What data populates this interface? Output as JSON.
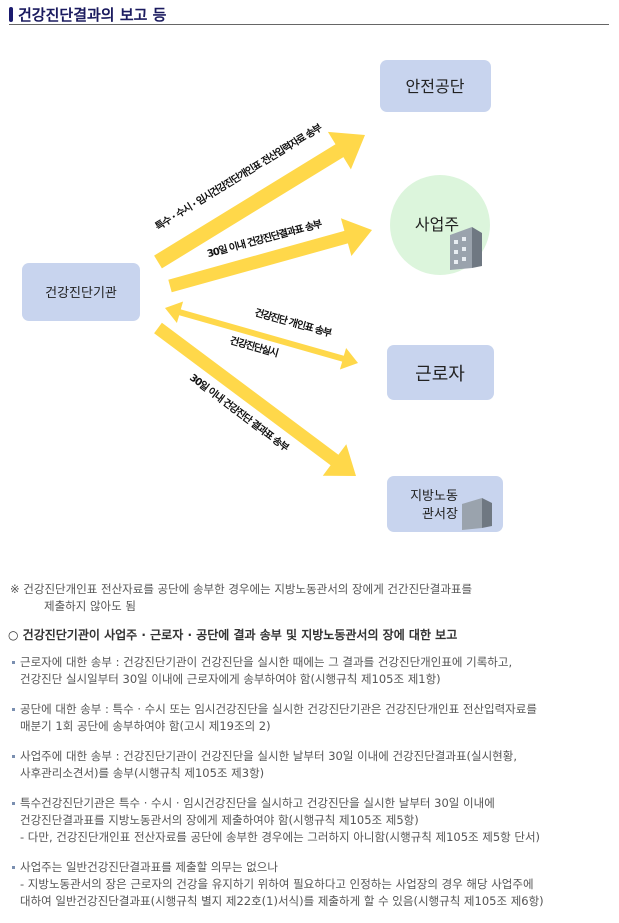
{
  "title": "건강진단결과의 보고 등",
  "diagram": {
    "source": "건강진단기관",
    "targets": {
      "kosha": "안전공단",
      "employer": "사업주",
      "worker": "근로자",
      "labor_office_line1": "지방노동",
      "labor_office_line2": "관서장"
    },
    "arrows": {
      "to_kosha": "특수 · 수시 · 임시건강진단개인표 전산입력자료 송부",
      "to_employer": "30일 이내 건강진단결과표 송부",
      "to_worker_send": "건강진단 개인표 송부",
      "to_worker_exam": "건강진단실시",
      "to_office": "30일 이내 건강진단 결과표 송부"
    },
    "colors": {
      "arrow": "#ffd84a",
      "box": "#c8d4ee",
      "circle": "#dcf5dc"
    }
  },
  "note": {
    "line1": "※ 건강진단개인표 전산자료를 공단에 송부한 경우에는 지방노동관서의 장에게 건간진단결과표를",
    "line2": "제출하지 않아도 됨"
  },
  "heading": "○ 건강진단기관이 사업주 · 근로자 · 공단에 결과 송부 및 지방노동관서의 장에 대한 보고",
  "items": [
    {
      "lines": [
        "근로자에 대한 송부 : 건강진단기관이 건강진단을 실시한 때에는 그 결과를 건강진단개인표에 기록하고,",
        "건강진단 실시일부터 30일 이내에 근로자에게 송부하여야 함(시행규칙 제105조 제1항)"
      ]
    },
    {
      "lines": [
        "공단에 대한 송부 : 특수 · 수시 또는 임시건강진단을 실시한 건강진단기관은 건강진단개인표 전산입력자료를",
        "매분기 1회 공단에 송부하여야 함(고시 제19조의 2)"
      ]
    },
    {
      "lines": [
        "사업주에 대한 송부 : 건강진단기관이 건강진단을 실시한 날부터 30일 이내에 건강진단결과표(실시현황,",
        "사후관리소견서)를 송부(시행규칙 제105조 제3항)"
      ]
    },
    {
      "lines": [
        "특수건강진단기관은 특수 · 수시 · 임시건강진단을 실시하고 건강진단을 실시한 날부터 30일 이내에",
        "건강진단결과표를 지방노동관서의 장에게 제출하여야 함(시행규칙 제105조 제5항)",
        "- 다만, 건강진단개인표 전산자료를 공단에 송부한 경우에는 그러하지 아니함(시행규칙 제105조 제5항 단서)"
      ]
    },
    {
      "lines": [
        "사업주는 일반건강진단결과표를 제출할 의무는 없으나",
        "- 지방노동관서의 장은 근로자의 건강을 유지하기 위하여 필요하다고 인정하는 사업장의 경우 해당 사업주에",
        "대하여 일반건강진단결과표(시행규칙 별지 제22호(1)서식)를 제출하게 할 수 있음(시행규칙 제105조 제6항)"
      ]
    }
  ]
}
